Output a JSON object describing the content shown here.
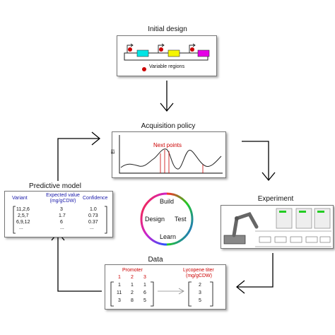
{
  "initial_design": {
    "title": "Initial design",
    "legend_label": "Variable regions",
    "colors": {
      "cyan": "#00e5e5",
      "yellow": "#f5f500",
      "magenta": "#e600e6",
      "marker": "#cc0000"
    }
  },
  "acquisition": {
    "title": "Acquisition policy",
    "ylabel": "EI",
    "annotation": "Next points",
    "annotation_color": "#cc0000"
  },
  "experiment": {
    "title": "Experiment",
    "accent": "#22cc22"
  },
  "data": {
    "title": "Data",
    "promoter_label": "Promoter",
    "promoter_cols": [
      "1",
      "2",
      "3"
    ],
    "matrix_rows": [
      [
        "1",
        "1",
        "1"
      ],
      [
        "11",
        "2",
        "6"
      ],
      [
        "3",
        "8",
        "5"
      ]
    ],
    "titer_label_line1": "Lycopene titer",
    "titer_label_line2": "(mg/gCDW)",
    "titer_values": [
      "2",
      "3",
      "5"
    ],
    "header_color": "#cc0000"
  },
  "predictive_model": {
    "title": "Predictive model",
    "columns": [
      "Variant",
      "Expected value\n(mg/gCDW)",
      "Confidence"
    ],
    "rows": [
      [
        "11,2,6",
        "3",
        "1.0"
      ],
      [
        "2,5,7",
        "1.7",
        "0.73"
      ],
      [
        "6,9,12",
        "6",
        "0.37"
      ],
      [
        "...",
        "...",
        "..."
      ]
    ],
    "header_color": "#1a1aaa"
  },
  "cycle": {
    "build": "Build",
    "test": "Test",
    "learn": "Learn",
    "design": "Design"
  }
}
